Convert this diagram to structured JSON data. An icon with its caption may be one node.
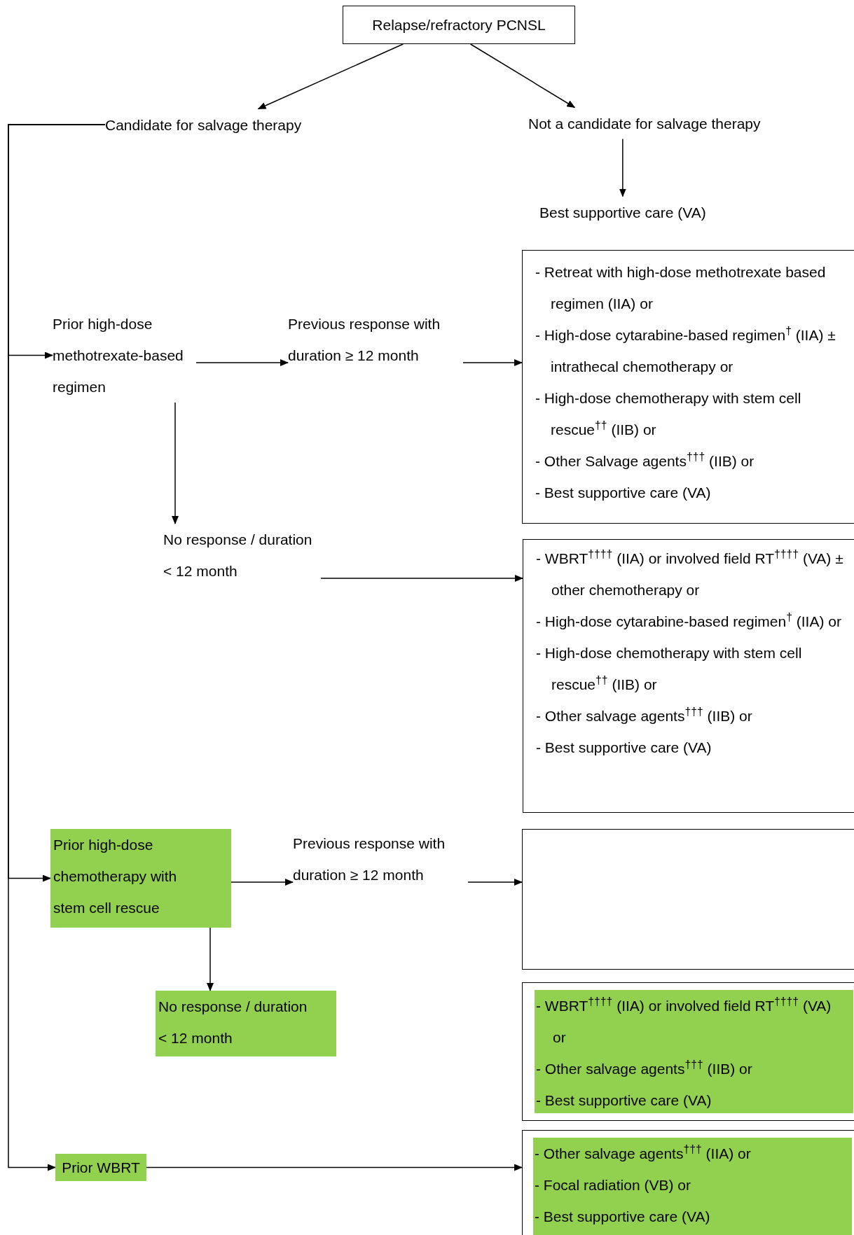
{
  "diagram": {
    "nodes": [
      {
        "text": [
          "Relapse/refractory PCNSL"
        ]
      },
      {
        "text": [
          "Candidate for salvage therapy"
        ]
      },
      {
        "text": [
          "Not a candidate for salvage therapy"
        ]
      },
      {
        "text": [
          "Best supportive care (VA)"
        ]
      },
      {
        "text": [
          "Prior high-dose methotrexate-based regimen"
        ]
      },
      {
        "text": [
          "Previous response with duration ≥ 12 month"
        ]
      },
      {
        "text": [
          "- Retreat with high-dose methotrexate based regimen (IIA) or",
          "- High-dose cytarabine-based regimen$^{†}$ (IIA) ± intrathecal chemotherapy or",
          "- High-dose chemotherapy with stem cell rescue$^{††}$ (IIB) or",
          "- Other Salvage agents$^{†††}$ (IIB) or",
          "- Best supportive care (VA)"
        ]
      },
      {
        "text": [
          "No response / duration < 12 month"
        ]
      },
      {
        "text": [
          "- WBRT$^{††††}$ (IIA) or involved field RT$^{††††}$ (VA) ± other chemotherapy or",
          "- High-dose cytarabine-based regimen$^{†}$ (IIA) or",
          "- High-dose chemotherapy with stem cell rescue$^{††}$ (IIB) or",
          "- Other salvage agents$^{†††}$ (IIB) or",
          "- Best supportive care (VA)"
        ]
      },
      {
        "text": [
          "Prior high-dose chemotherapy with stem cell rescue"
        ]
      },
      {
        "text": [
          "Previous response with duration ≥ 12 month"
        ]
      },
      {
        "text": [],
        "shape": "box"
      },
      {
        "text": [
          "No response / duration < 12 month"
        ]
      },
      {
        "text": [
          "- WBRT$^{††††}$ (IIA) or involved field RT$^{††††}$ (VA) or",
          "- Other salvage agents$^{†††}$ (IIB) or",
          "- Best supportive care (VA)"
        ]
      },
      {
        "text": [
          "Prior WBRT"
        ]
      },
      {
        "text": [
          "- Other salvage agents$^{†††}$ (IIA) or",
          "- Focal radiation (VB) or",
          "- Best supportive care (VA)"
        ]
      }
    ],
    "edges": [
      {
        "from": 0,
        "to": 1,
        "arrow": "to"
      },
      {
        "from": 0,
        "to": 2,
        "arrow": "to"
      },
      {
        "from": 2,
        "to": 3,
        "arrow": "to"
      },
      {
        "from": 1,
        "to": 4,
        "arrow": "to"
      },
      {
        "from": 1,
        "to": 9,
        "arrow": "to"
      },
      {
        "from": 1,
        "to": 14,
        "arrow": "to"
      },
      {
        "from": 4,
        "to": 5,
        "arrow": "to"
      },
      {
        "from": 4,
        "to": 7,
        "arrow": "to"
      },
      {
        "from": 5,
        "to": 6,
        "arrow": "to"
      },
      {
        "from": 7,
        "to": 8,
        "arrow": "to"
      },
      {
        "from": 9,
        "to": 10,
        "arrow": "to"
      },
      {
        "from": 9,
        "to": 12,
        "arrow": "to"
      },
      {
        "from": 10,
        "to": 11,
        "arrow": "to"
      },
      {
        "from": 14,
        "to": 15,
        "arrow": "to"
      }
    ]
  }
}
